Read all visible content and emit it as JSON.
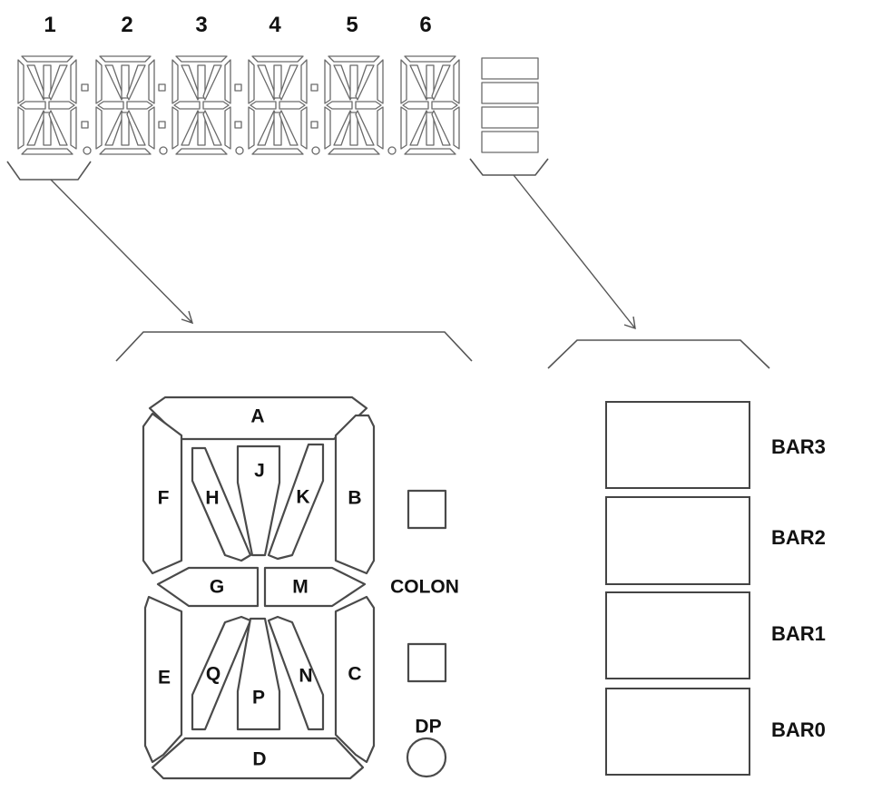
{
  "digit_numbers": [
    "1",
    "2",
    "3",
    "4",
    "5",
    "6"
  ],
  "segments": {
    "A": "A",
    "B": "B",
    "C": "C",
    "D": "D",
    "E": "E",
    "F": "F",
    "G": "G",
    "H": "H",
    "J": "J",
    "K": "K",
    "M": "M",
    "N": "N",
    "P": "P",
    "Q": "Q"
  },
  "colon_label": "COLON",
  "dp_label": "DP",
  "bars": [
    "BAR3",
    "BAR2",
    "BAR1",
    "BAR0"
  ]
}
